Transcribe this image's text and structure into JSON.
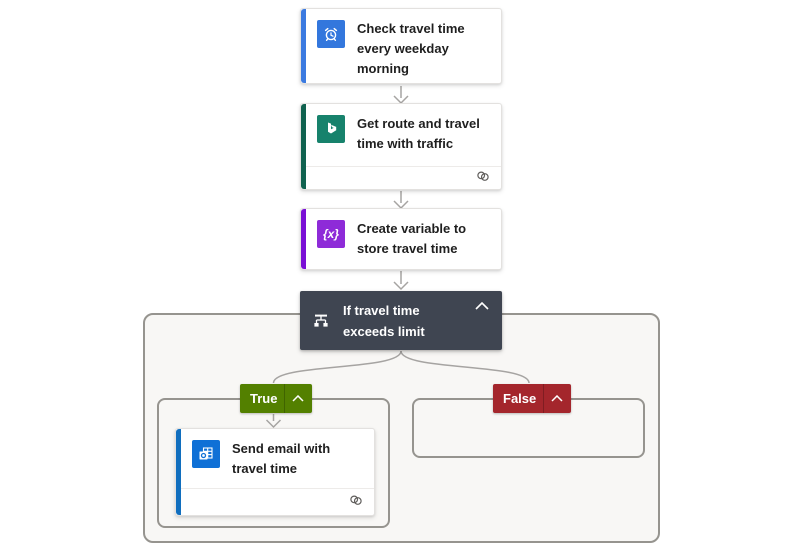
{
  "app": {
    "name": "Flow designer canvas"
  },
  "colors": {
    "trigger_accent": "#3b7ae0",
    "trigger_icon_bg": "#3377dd",
    "bing_accent": "#10624f",
    "bing_icon_bg": "#17826c",
    "variable_accent": "#7a10d5",
    "variable_icon_bg": "#8e2bd8",
    "outlook_accent": "#106ebe",
    "outlook_icon_bg": "#0f70d6",
    "condition_bg": "#3f4551",
    "true_badge_bg": "#538000",
    "false_badge_bg": "#a4262c",
    "connector_line": "#a6a4a2",
    "scope_bg": "#f8f7f5",
    "scope_border": "#96948f"
  },
  "flow": {
    "trigger": {
      "title": "Check travel time every weekday morning",
      "icon": "recurrence-icon"
    },
    "actions": [
      {
        "title": "Get route and travel time with traffic",
        "icon": "bing-maps-icon",
        "has_connection_badge": true
      },
      {
        "title": "Create variable to store travel time",
        "icon": "variables-icon",
        "icon_glyph": "{x}",
        "has_connection_badge": false
      }
    ],
    "condition": {
      "title": "If travel time exceeds limit",
      "collapse_state": "expanded",
      "branches": {
        "true_branch": {
          "label": "True",
          "actions": [
            {
              "title": "Send email with travel time",
              "icon": "outlook-icon",
              "has_connection_badge": true
            }
          ]
        },
        "false_branch": {
          "label": "False",
          "actions": []
        }
      }
    }
  }
}
